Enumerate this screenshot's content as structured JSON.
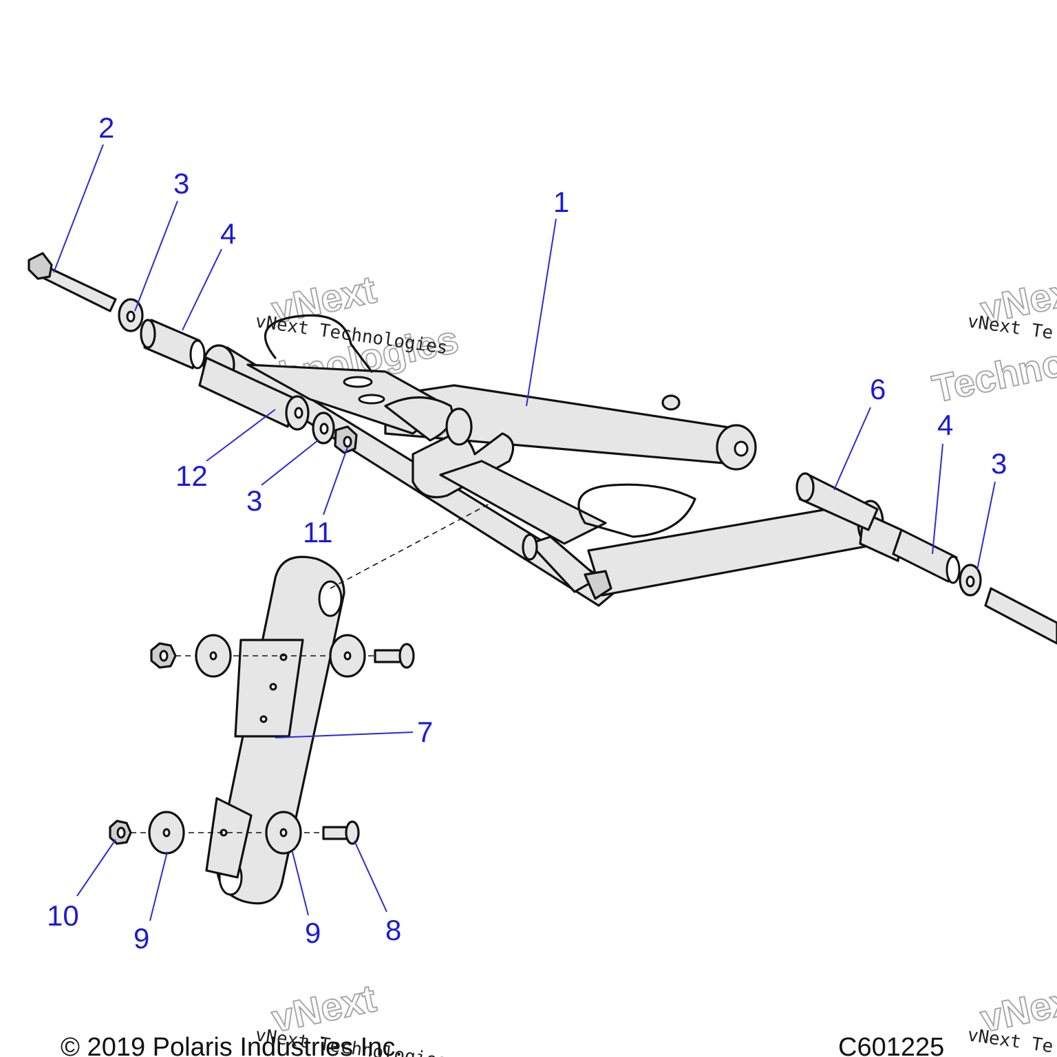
{
  "callouts": [
    {
      "id": "c2",
      "label": "2"
    },
    {
      "id": "c3a",
      "label": "3"
    },
    {
      "id": "c4a",
      "label": "4"
    },
    {
      "id": "c1",
      "label": "1"
    },
    {
      "id": "c12",
      "label": "12"
    },
    {
      "id": "c3b",
      "label": "3"
    },
    {
      "id": "c11",
      "label": "11"
    },
    {
      "id": "c6",
      "label": "6"
    },
    {
      "id": "c4b",
      "label": "4"
    },
    {
      "id": "c3c",
      "label": "3"
    },
    {
      "id": "c7",
      "label": "7"
    },
    {
      "id": "c10",
      "label": "10"
    },
    {
      "id": "c9a",
      "label": "9"
    },
    {
      "id": "c9b",
      "label": "9"
    },
    {
      "id": "c8",
      "label": "8"
    }
  ],
  "watermark": {
    "mono_text": "vNext Technologies",
    "mono_short": "vNext Te",
    "line1": "vNext",
    "line2": "Technologies"
  },
  "footer": {
    "copyright": "© 2019 Polaris Industries Inc.",
    "drawing_number": "C601225"
  }
}
